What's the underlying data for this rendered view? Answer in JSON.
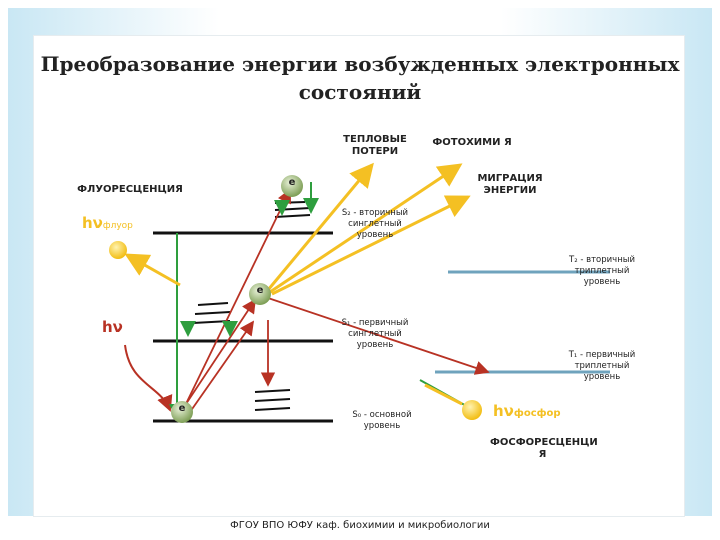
{
  "title": "Преобразование энергии возбужденных электронных состояний",
  "labels": {
    "heat": "ТЕПЛОВЫЕ ПОТЕРИ",
    "photochem": "ФОТОХИМИ Я",
    "migration": "МИГРАЦИЯ ЭНЕРГИИ",
    "fluor": "ФЛУОРЕСЦЕНЦИЯ",
    "phosph": "ФОСФОРЕСЦЕНЦИ Я"
  },
  "levels": {
    "s2": "S₂ - вторичный синглетный уровень",
    "s1": "S₁ - первичный синглетный уровень",
    "s0": "S₀ - основной уровень",
    "t2": "T₂ - вторичный триплетный уровень",
    "t1": "T₁ - первичный триплетный уровень"
  },
  "photons": {
    "fluor_main": "hν",
    "fluor_sub": "флуор",
    "absorb": "hν",
    "phos_main": "hν",
    "phos_sub": "фосфор"
  },
  "electron": "e",
  "footer": "ФГОУ ВПО ЮФУ  каф. биохимии и микробиологии",
  "colors": {
    "yellow": "#f4c023",
    "green": "#2e9e3e",
    "red": "#b83224",
    "steel": "#6fa3bd"
  }
}
